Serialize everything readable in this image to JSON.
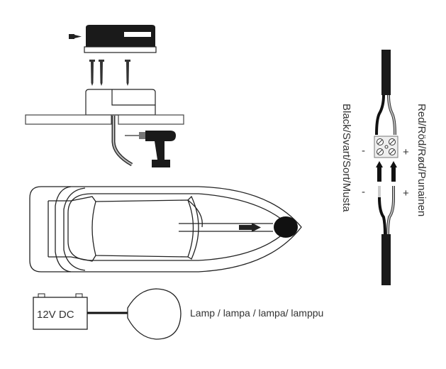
{
  "labels": {
    "battery": "12V DC",
    "lamp": "Lamp / lampa / lampa/ lamppu",
    "black_wire": "Black/Svart/Sort/Musta",
    "red_wire": "Red/Röd/Rød/Punainen",
    "minus_top": "-",
    "plus_top": "+",
    "minus_bottom": "-",
    "plus_bottom": "+"
  }
}
